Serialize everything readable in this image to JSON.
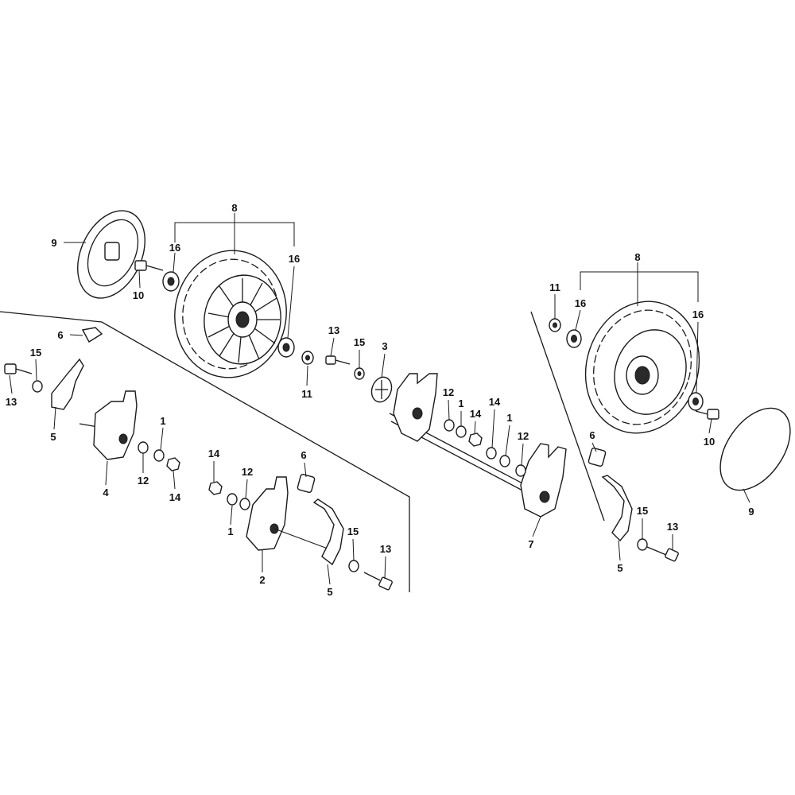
{
  "callouts": [
    {
      "id": "c8a",
      "text": "8"
    },
    {
      "id": "c9a",
      "text": "9"
    },
    {
      "id": "c16a",
      "text": "16"
    },
    {
      "id": "c16b",
      "text": "16"
    },
    {
      "id": "c10a",
      "text": "10"
    },
    {
      "id": "c6a",
      "text": "6"
    },
    {
      "id": "c15a",
      "text": "15"
    },
    {
      "id": "c13a",
      "text": "13"
    },
    {
      "id": "c5a",
      "text": "5"
    },
    {
      "id": "c1a",
      "text": "1"
    },
    {
      "id": "c12a",
      "text": "12"
    },
    {
      "id": "c4",
      "text": "4"
    },
    {
      "id": "c14a",
      "text": "14"
    },
    {
      "id": "c11a",
      "text": "11"
    },
    {
      "id": "c13b",
      "text": "13"
    },
    {
      "id": "c15b",
      "text": "15"
    },
    {
      "id": "c3",
      "text": "3"
    },
    {
      "id": "c12b",
      "text": "12"
    },
    {
      "id": "c1b",
      "text": "1"
    },
    {
      "id": "c14b",
      "text": "14"
    },
    {
      "id": "c14c",
      "text": "14"
    },
    {
      "id": "c1c",
      "text": "1"
    },
    {
      "id": "c12c",
      "text": "12"
    },
    {
      "id": "c14d",
      "text": "14"
    },
    {
      "id": "c12d",
      "text": "12"
    },
    {
      "id": "c6b",
      "text": "6"
    },
    {
      "id": "c1d",
      "text": "1"
    },
    {
      "id": "c15c",
      "text": "15"
    },
    {
      "id": "c13c",
      "text": "13"
    },
    {
      "id": "c2",
      "text": "2"
    },
    {
      "id": "c5b",
      "text": "5"
    },
    {
      "id": "c7",
      "text": "7"
    },
    {
      "id": "c8b",
      "text": "8"
    },
    {
      "id": "c11b",
      "text": "11"
    },
    {
      "id": "c16c",
      "text": "16"
    },
    {
      "id": "c16d",
      "text": "16"
    },
    {
      "id": "c6c",
      "text": "6"
    },
    {
      "id": "c10b",
      "text": "10"
    },
    {
      "id": "c9b",
      "text": "9"
    },
    {
      "id": "c15d",
      "text": "15"
    },
    {
      "id": "c13d",
      "text": "13"
    },
    {
      "id": "c5c",
      "text": "5"
    }
  ]
}
